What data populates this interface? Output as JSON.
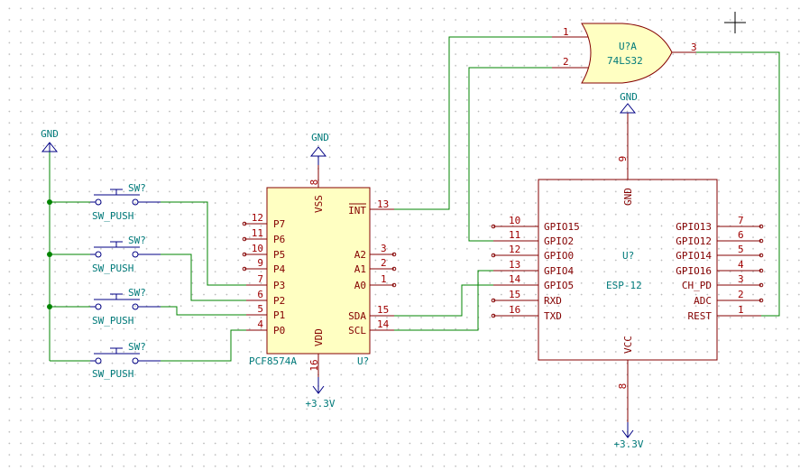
{
  "pcf": {
    "ref": "U?",
    "value": "PCF8574A",
    "vss": "VSS",
    "vdd": "VDD",
    "left_pins": [
      {
        "label": "P7",
        "num": "12"
      },
      {
        "label": "P6",
        "num": "11"
      },
      {
        "label": "P5",
        "num": "10"
      },
      {
        "label": "P4",
        "num": "9"
      },
      {
        "label": "P3",
        "num": "7"
      },
      {
        "label": "P2",
        "num": "6"
      },
      {
        "label": "P1",
        "num": "5"
      },
      {
        "label": "P0",
        "num": "4"
      }
    ],
    "right_pins": [
      {
        "label": "INT",
        "num": "13"
      },
      {
        "label": "A2",
        "num": "3"
      },
      {
        "label": "A1",
        "num": "2"
      },
      {
        "label": "A0",
        "num": "1"
      },
      {
        "label": "SDA",
        "num": "15"
      },
      {
        "label": "SCL",
        "num": "14"
      }
    ],
    "top_pin": "8",
    "bottom_pin": "16"
  },
  "esp": {
    "ref": "U?",
    "value": "ESP-12",
    "gnd": "GND",
    "vcc": "VCC",
    "left_pins": [
      {
        "label": "GPIO15",
        "num": "10"
      },
      {
        "label": "GPIO2",
        "num": "11"
      },
      {
        "label": "GPIO0",
        "num": "12"
      },
      {
        "label": "GPIO4",
        "num": "13"
      },
      {
        "label": "GPIO5",
        "num": "14"
      },
      {
        "label": "RXD",
        "num": "15"
      },
      {
        "label": "TXD",
        "num": "16"
      }
    ],
    "right_pins": [
      {
        "label": "GPIO13",
        "num": "7"
      },
      {
        "label": "GPIO12",
        "num": "6"
      },
      {
        "label": "GPIO14",
        "num": "5"
      },
      {
        "label": "GPIO16",
        "num": "4"
      },
      {
        "label": "CH_PD",
        "num": "3"
      },
      {
        "label": "ADC",
        "num": "2"
      },
      {
        "label": "REST",
        "num": "1"
      }
    ],
    "top_pin": "9",
    "bottom_pin": "8"
  },
  "gate": {
    "ref": "U?A",
    "value": "74LS32",
    "in1": "1",
    "in2": "2",
    "out": "3"
  },
  "switches": [
    {
      "ref": "SW?",
      "value": "SW_PUSH"
    },
    {
      "ref": "SW?",
      "value": "SW_PUSH"
    },
    {
      "ref": "SW?",
      "value": "SW_PUSH"
    },
    {
      "ref": "SW?",
      "value": "SW_PUSH"
    }
  ],
  "power": {
    "gnd_left": "GND",
    "gnd_pcf": "GND",
    "gnd_esp": "GND",
    "v33_pcf": "+3.3V",
    "v33_esp": "+3.3V"
  }
}
